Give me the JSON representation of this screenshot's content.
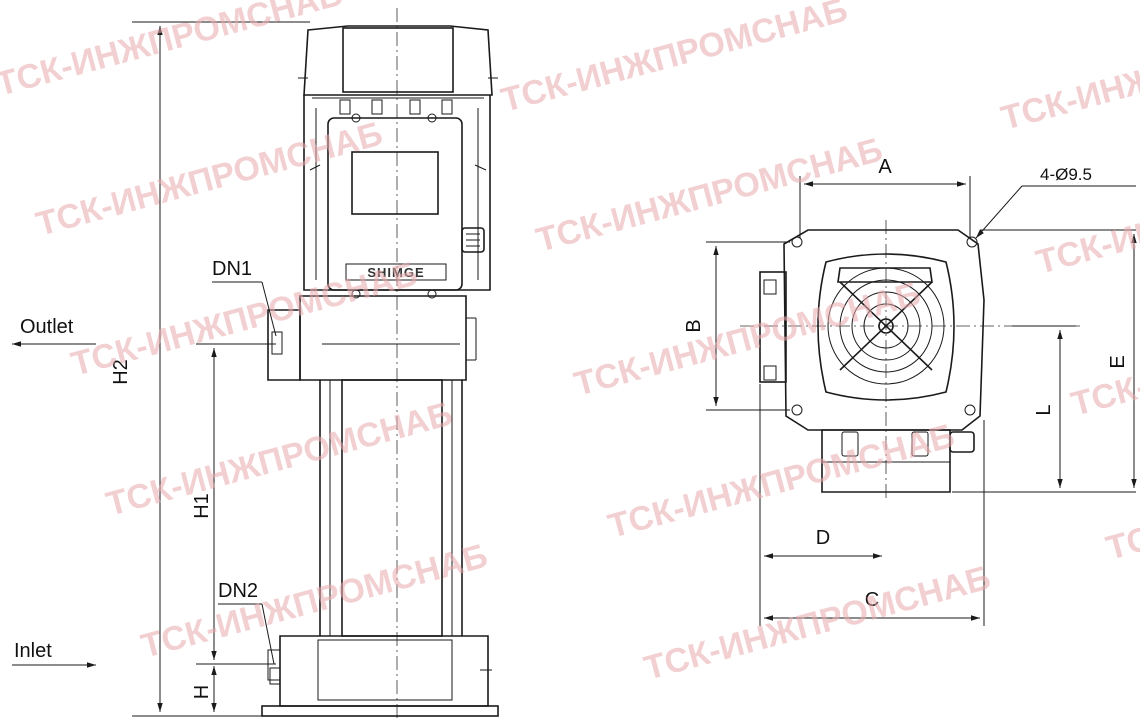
{
  "brand_label": "SHIMGE",
  "watermark_text": "ТСК-ИНЖПРОМСНАБ",
  "side_view": {
    "outlet_label": "Outlet",
    "inlet_label": "Inlet",
    "dn1_label": "DN1",
    "dn2_label": "DN2",
    "h2_label": "H2",
    "h1_label": "H1",
    "h_label": "H"
  },
  "top_view": {
    "a_label": "A",
    "b_label": "B",
    "c_label": "C",
    "d_label": "D",
    "e_label": "E",
    "l_label": "L",
    "holes_label": "4-Ø9.5"
  },
  "colors": {
    "line": "#1a1a1a",
    "watermark": "#e9aaae",
    "background": "#ffffff"
  }
}
